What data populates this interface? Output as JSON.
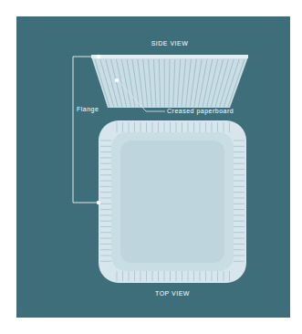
{
  "diagram": {
    "labels": [
      "SIDE VIEW",
      "Creased paperboard",
      "Flange",
      "TOP VIEW"
    ]
  }
}
